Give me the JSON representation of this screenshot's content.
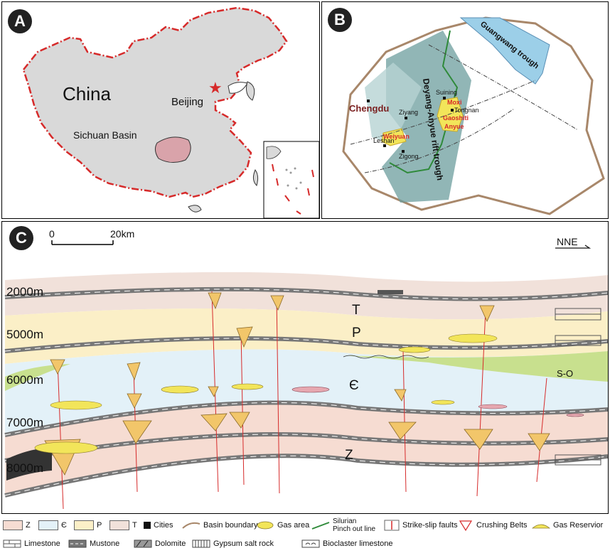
{
  "panels": {
    "a": {
      "badge": "A",
      "country_label": "China",
      "capital_label": "Beijing",
      "basin_label": "Sichuan Basin"
    },
    "b": {
      "badge": "B",
      "trough_label": "Guangwang trough",
      "rift_label": "Deyang-Anyue rift trough",
      "cities": [
        "Chengdu",
        "Suining",
        "Ziyang",
        "Tongnan",
        "Leshan",
        "Zigong"
      ],
      "gas_fields": [
        "Moxi",
        "Gaoshiti",
        "Anyue",
        "Weiyuan"
      ]
    },
    "c": {
      "badge": "C",
      "scale": {
        "start": "0",
        "end": "20km"
      },
      "direction": "NNE",
      "depths": [
        "2000m",
        "5000m",
        "6000m",
        "7000m",
        "8000m"
      ],
      "strata": [
        "T",
        "P",
        "Є",
        "Z",
        "S-O"
      ]
    }
  },
  "legend": {
    "row1": [
      "Z",
      "Є",
      "P",
      "T",
      "Cities",
      "Basin boundary",
      "Gas area",
      "Silurian",
      "Pinch out line",
      "Strike-slip faults",
      "Crushing Belts",
      "Gas Reservior"
    ],
    "row2": [
      "Limestone",
      "Mustone",
      "Dolomite",
      "Gypsum salt rock",
      "Bioclaster limestone"
    ]
  },
  "colors": {
    "Z": "#f6dcd2",
    "cambrian": "#e3f1f8",
    "P": "#fbefc7",
    "T": "#f1e1da",
    "SO": "#c8e08e",
    "gas": "#f2e55a",
    "fault": "#d42b2b",
    "boundary": "#d62a2a",
    "mustone": "#777777",
    "basin": "#d9a3aa",
    "rift": "#6c9e9e",
    "trough": "#9ccfe8"
  }
}
